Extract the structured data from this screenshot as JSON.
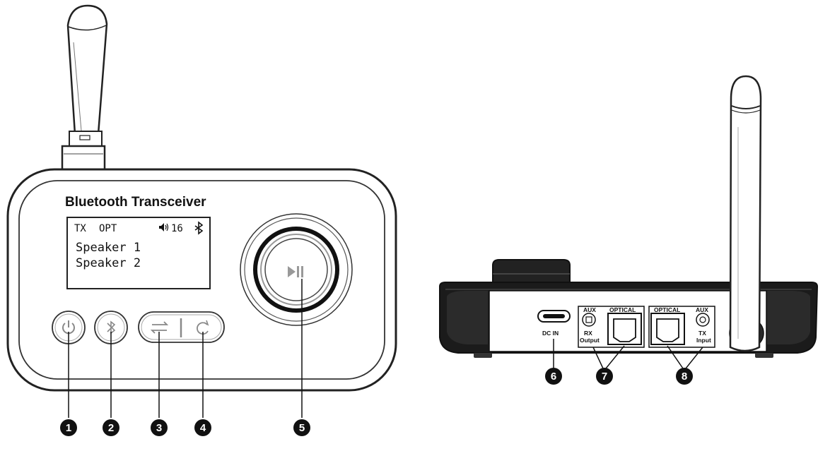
{
  "device": {
    "title": "Bluetooth Transceiver",
    "display": {
      "mode": "TX",
      "source": "OPT",
      "volume": "16",
      "line1": "Speaker 1",
      "line2": "Speaker 2"
    },
    "icons": {
      "volume": "speaker-icon",
      "bluetooth": "bluetooth-icon",
      "power": "power-icon",
      "bt_button": "bluetooth-icon",
      "switch": "swap-arrows-icon",
      "reset": "circular-arrow-icon",
      "play_pause": "play-pause-icon"
    }
  },
  "rear": {
    "dc_label": "DC IN",
    "aux_rx": "AUX",
    "rx_line1": "RX",
    "rx_line2": "Output",
    "optical_rx": "OPTICAL",
    "optical_tx": "OPTICAL",
    "aux_tx": "AUX",
    "tx_line1": "TX",
    "tx_line2": "Input"
  },
  "callouts": [
    "1",
    "2",
    "3",
    "4",
    "5",
    "6",
    "7",
    "8"
  ]
}
